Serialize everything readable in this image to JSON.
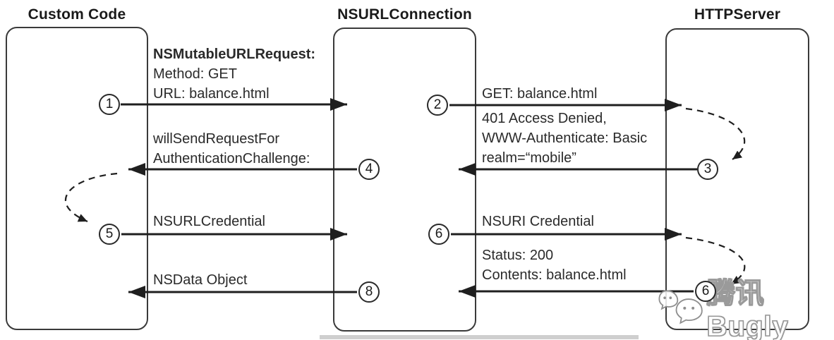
{
  "diagram": {
    "columns": [
      {
        "title": "Custom Code"
      },
      {
        "title": "NSURLConnection"
      },
      {
        "title": "HTTPServer"
      }
    ],
    "messages": [
      {
        "num": "1",
        "labels": [
          "NSMutableURLRequest:",
          "Method: GET",
          "URL: balance.html"
        ]
      },
      {
        "num": "2",
        "labels": [
          "GET: balance.html"
        ]
      },
      {
        "num": "3",
        "labels": [
          "401 Access Denied,",
          "WWW-Authenticate: Basic",
          "realm=“mobile”"
        ]
      },
      {
        "num": "4",
        "labels": [
          "willSendRequestFor",
          "AuthenticationChallenge:"
        ]
      },
      {
        "num": "5",
        "labels": [
          "NSURLCredential"
        ]
      },
      {
        "num": "6",
        "labels": [
          "NSURI Credential"
        ]
      },
      {
        "num": "6",
        "labels": [
          "Status: 200",
          "Contents: balance.html"
        ]
      },
      {
        "num": "8",
        "labels": [
          "NSData Object"
        ]
      }
    ]
  },
  "watermark": {
    "text": "腾讯Bugly",
    "logo": "wechat-bubbles-icon"
  },
  "colors": {
    "line": "#1f1f1f",
    "box_border": "#3a3a3a",
    "text": "#2a2a2a",
    "watermark_outline": "#9a9a9a"
  }
}
